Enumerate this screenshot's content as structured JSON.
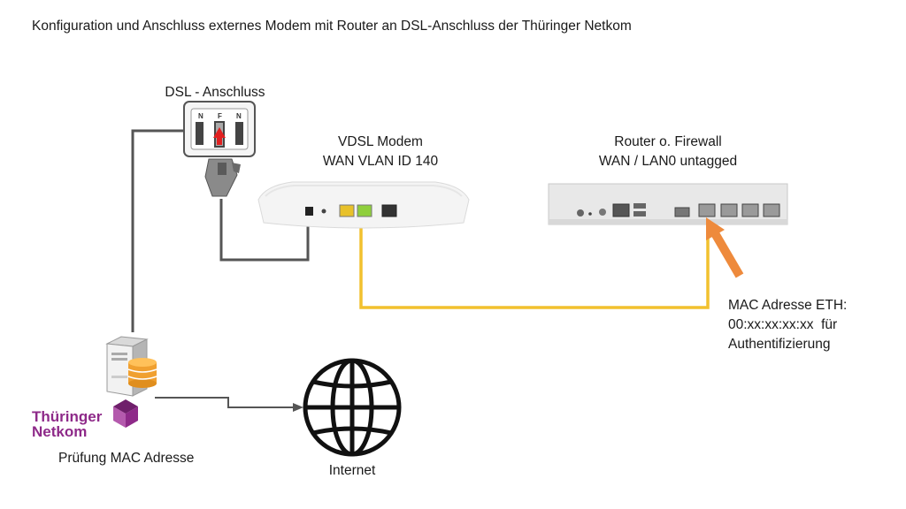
{
  "title": "Konfiguration und Anschluss externes Modem mit Router an DSL-Anschluss der Thüringer Netkom",
  "dsl": {
    "label": "DSL - Anschluss",
    "socket_letters": [
      "N",
      "F",
      "N"
    ]
  },
  "modem": {
    "line1": "VDSL Modem",
    "line2": "WAN VLAN ID 140"
  },
  "router": {
    "line1": "Router o. Firewall",
    "line2": "WAN / LAN0 untagged"
  },
  "mac_note": {
    "line1": "MAC Adresse ETH:",
    "line2": "00:xx:xx:xx:xx  für",
    "line3": "Authentifizierung"
  },
  "provider": {
    "brand_line1": "Thüringer",
    "brand_line2": "Netkom",
    "check_label": "Prüfung MAC Adresse"
  },
  "internet": {
    "label": "Internet"
  },
  "colors": {
    "yellow_cable": "#f2c12e",
    "gray_cable": "#555555",
    "arrow": "#ee8a3c",
    "brand": "#8e2a89",
    "database": "#f0a030",
    "socket_arrow": "#e02020"
  },
  "icons": [
    "tae-socket-icon",
    "tae-plug-icon",
    "modem-icon",
    "router-icon",
    "server-icon",
    "database-icon",
    "globe-icon",
    "netkom-logo-icon"
  ]
}
